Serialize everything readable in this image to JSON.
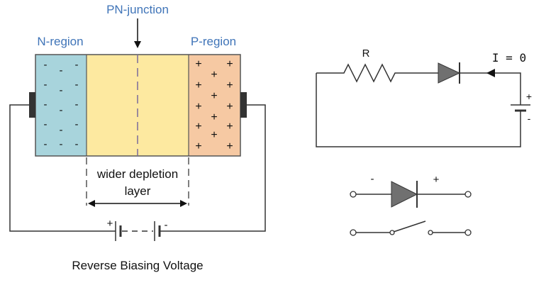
{
  "labels": {
    "pn_junction": "PN-junction",
    "n_region": "N-region",
    "p_region": "P-region",
    "depletion_line1": "wider depletion",
    "depletion_line2": "layer",
    "caption": "Reverse Biasing Voltage",
    "battery_plus": "+",
    "battery_minus": "-",
    "resistor": "R",
    "current": "I = 0",
    "source_plus": "+",
    "source_minus": "-",
    "diode_minus": "-",
    "diode_plus": "+"
  },
  "n_charges": [
    "-",
    "-",
    "-",
    "-",
    "-",
    "-",
    "-",
    "-",
    "-",
    "-",
    "-",
    "-",
    "-",
    "-",
    "-"
  ],
  "p_charges": [
    "+",
    "+",
    "+",
    "+",
    "+",
    "+",
    "+",
    "+",
    "+",
    "+",
    "+",
    "+",
    "+",
    "+",
    "+"
  ],
  "colors": {
    "n_region": "#a8d4dc",
    "depletion": "#fde9a0",
    "p_region": "#f6c9a3",
    "label_blue": "#3f74b8",
    "diode_fill": "#707070",
    "wire": "#333333"
  }
}
